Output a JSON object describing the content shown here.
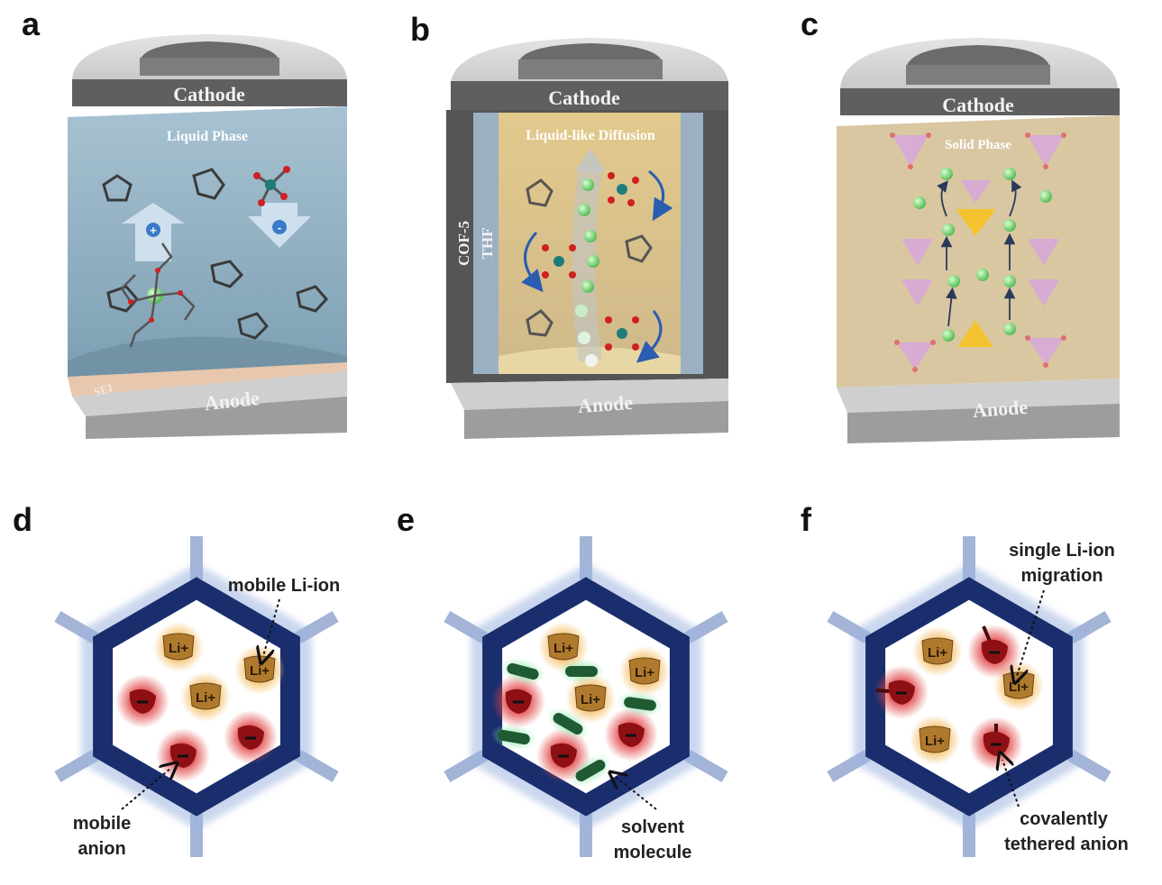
{
  "panels": {
    "a": {
      "letter": "a",
      "cathode": "Cathode",
      "anode": "Anode",
      "phase": "Liquid Phase",
      "sei": "SEI",
      "plus": "+",
      "minus": "-"
    },
    "b": {
      "letter": "b",
      "cathode": "Cathode",
      "anode": "Anode",
      "phase": "Liquid-like Diffusion",
      "wall_left": "COF-5",
      "wall_inner": "THF"
    },
    "c": {
      "letter": "c",
      "cathode": "Cathode",
      "anode": "Anode",
      "phase": "Solid Phase"
    },
    "d": {
      "letter": "d",
      "ion_label": "Li+",
      "annot_top": "mobile Li-ion",
      "annot_bottom_1": "mobile",
      "annot_bottom_2": "anion"
    },
    "e": {
      "letter": "e",
      "ion_label": "Li+",
      "annot_bottom_1": "solvent",
      "annot_bottom_2": "molecule"
    },
    "f": {
      "letter": "f",
      "ion_label": "Li+",
      "annot_top_1": "single Li-ion",
      "annot_top_2": "migration",
      "annot_bottom_1": "covalently",
      "annot_bottom_2": "tethered anion"
    }
  },
  "colors": {
    "liquid": "#8fb0c4",
    "sand": "#d8c6a2",
    "hex_frame": "#1a2e6e",
    "li_ion": "#b07a2e",
    "anion": "#8e1015",
    "solvent": "#1f5a32"
  }
}
